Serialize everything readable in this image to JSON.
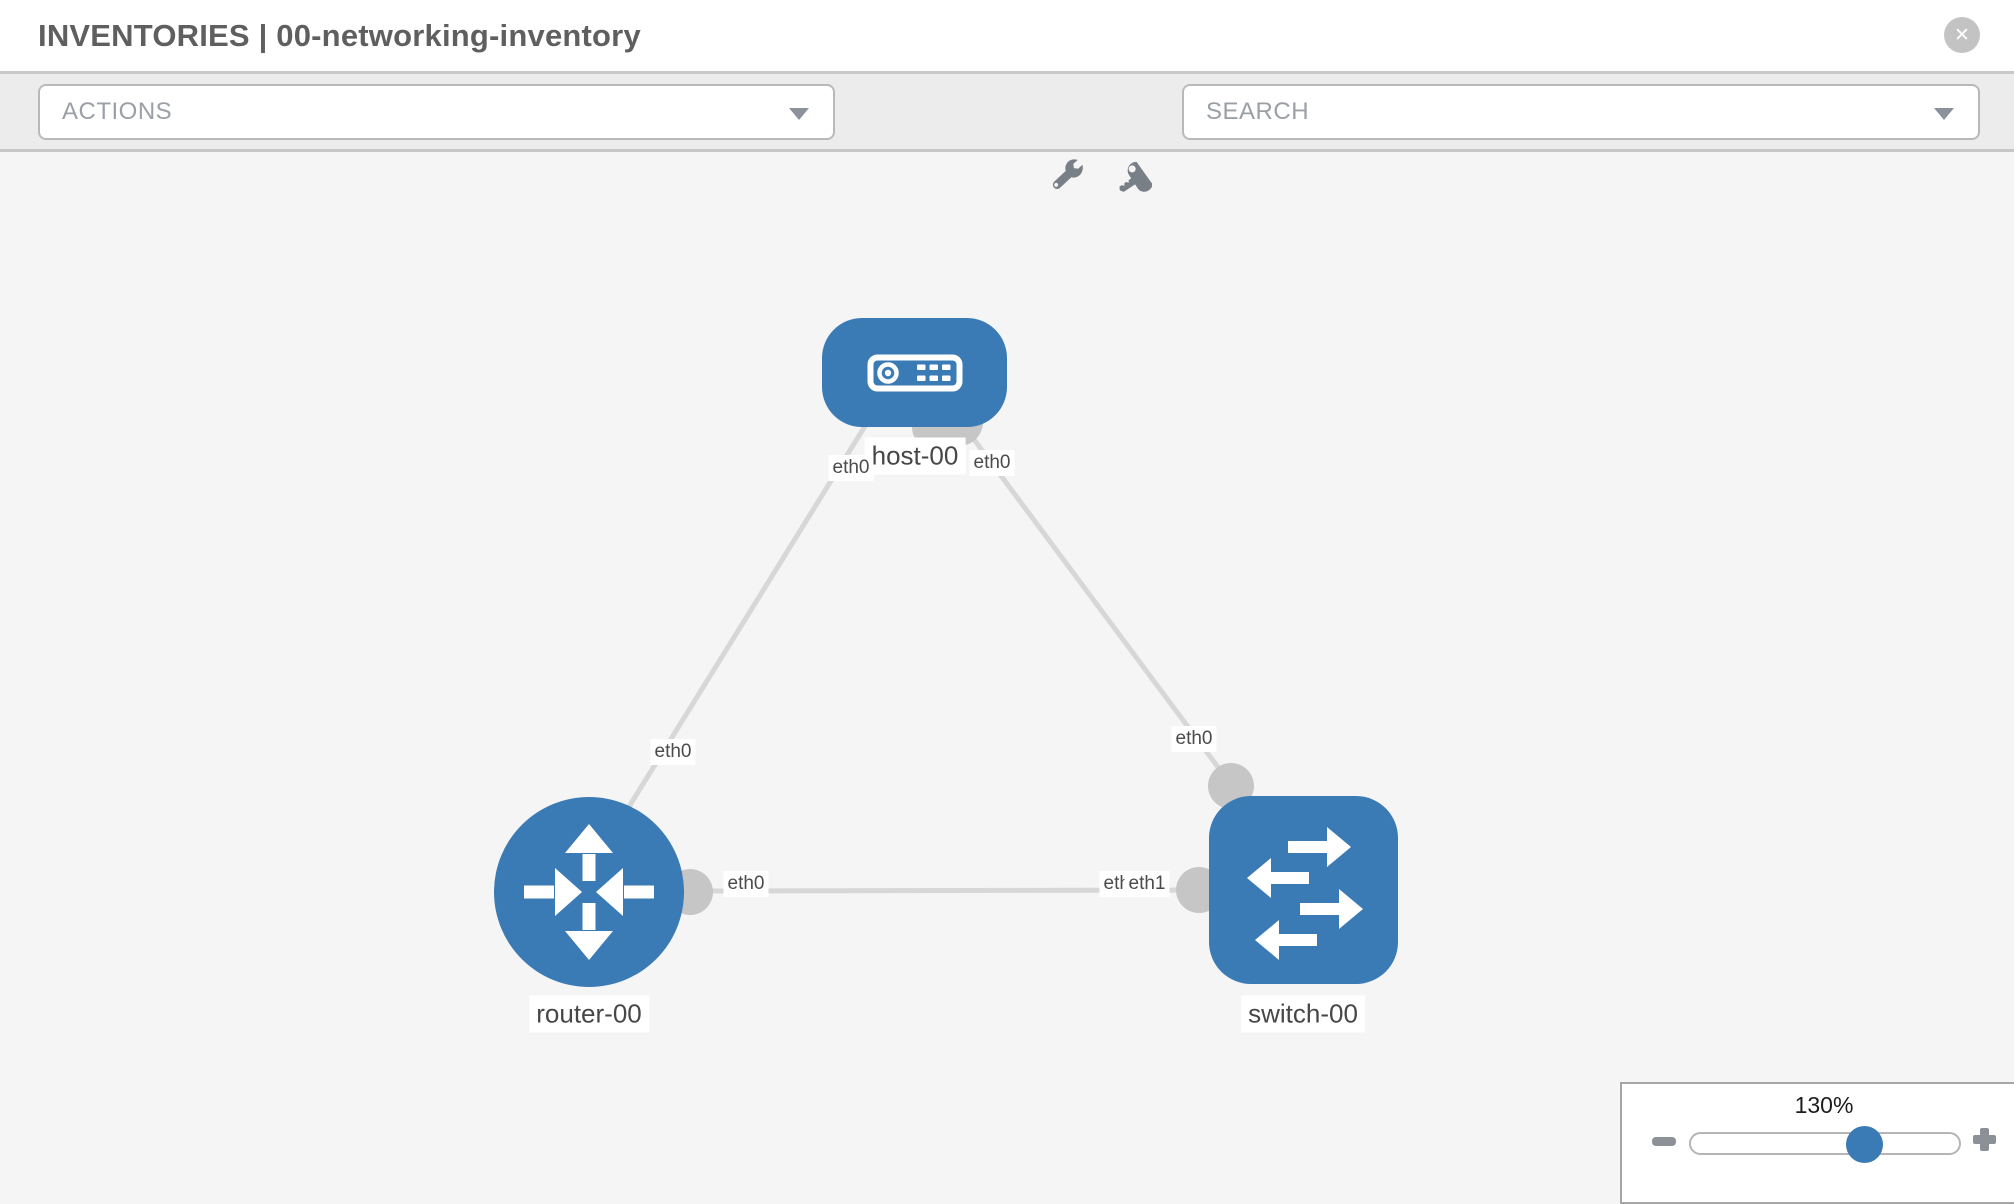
{
  "header": {
    "title": "INVENTORIES | 00-networking-inventory"
  },
  "toolbar": {
    "actions_label": "ACTIONS",
    "search_label": "SEARCH"
  },
  "icons": {
    "close": "✕",
    "wrench": "wrench-icon",
    "key": "key-icon",
    "dropdown_caret": "caret-down",
    "minus": "−",
    "plus": "+"
  },
  "colors": {
    "node_blue": "#3a7ab5",
    "link_gray": "#d7d7d7",
    "endpoint_gray": "#c6c6c6",
    "toolbar_bg": "#ececec",
    "canvas_bg": "#f5f5f5"
  },
  "topology": {
    "nodes": [
      {
        "label": "host-00",
        "type": "host"
      },
      {
        "label": "router-00",
        "type": "router"
      },
      {
        "label": "switch-00",
        "type": "switch"
      }
    ],
    "links": [
      {
        "from": "host-00",
        "to": "router-00",
        "from_interface": "eth0",
        "to_interface": "eth0"
      },
      {
        "from": "host-00",
        "to": "switch-00",
        "from_interface": "eth0",
        "to_interface": "eth0"
      },
      {
        "from": "router-00",
        "to": "switch-00",
        "from_interface": "eth0",
        "to_interface": "eth1"
      }
    ],
    "iface_labels": {
      "hr_host": "eth0",
      "hr_router": "eth0",
      "hs_host": "eth0",
      "hs_switch": "eth0",
      "rs_router": "eth0",
      "rs_switch_back": "eth0",
      "rs_switch": "eth1"
    }
  },
  "zoom_control": {
    "level": "130%"
  }
}
